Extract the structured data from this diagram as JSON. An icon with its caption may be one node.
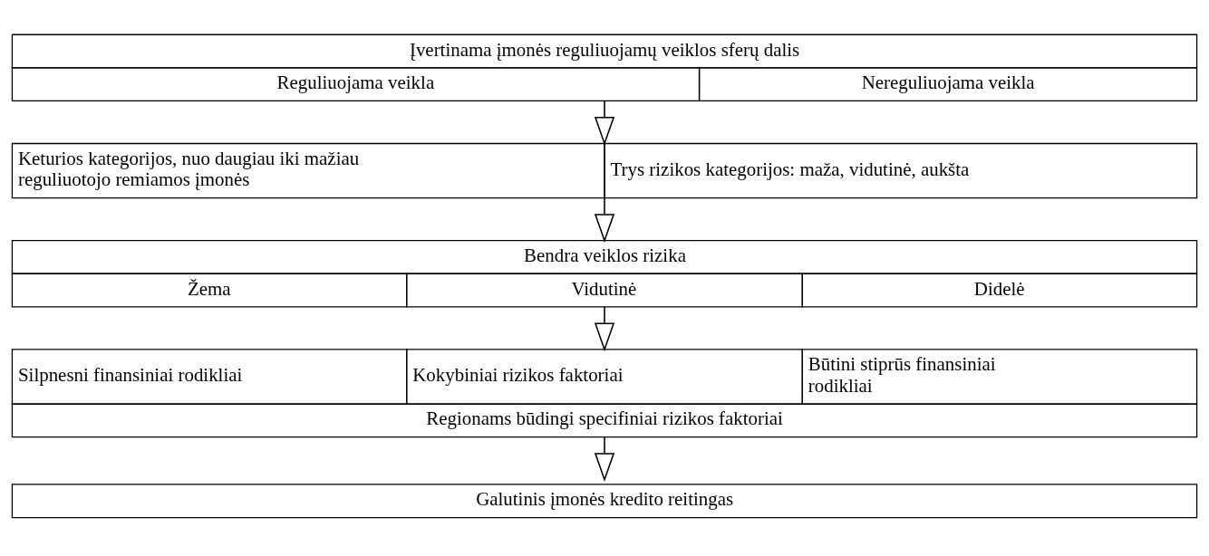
{
  "diagram": {
    "nodes": [
      {
        "text": [
          "Įvertinama įmonės reguliuojamų veiklos sferų dalis",
          "Reguliuojama veikla",
          "Nereguliuojama veikla"
        ]
      },
      {
        "text": [
          "Keturios kategorijos, nuo daugiau iki mažiau reguliuotojo remiamos įmonės",
          "Trys rizikos kategorijos: maža, vidutinė, aukšta"
        ]
      },
      {
        "text": [
          "Bendra veiklos rizika",
          "Žema",
          "Vidutinė",
          "Didelė"
        ]
      },
      {
        "text": [
          "Silpnesni finansiniai rodikliai",
          "Kokybiniai rizikos faktoriai",
          "Būtini stiprūs finansiniai rodikliai",
          "Regionams būdingi specifiniai rizikos faktoriai"
        ]
      },
      {
        "text": [
          "Galutinis įmonės kredito reitingas"
        ]
      }
    ],
    "edges": [
      {
        "from": 0,
        "to": 1,
        "arrow": "to"
      },
      {
        "from": 1,
        "to": 2,
        "arrow": "to"
      },
      {
        "from": 2,
        "to": 3,
        "arrow": "to"
      },
      {
        "from": 3,
        "to": 4,
        "arrow": "to"
      }
    ]
  }
}
